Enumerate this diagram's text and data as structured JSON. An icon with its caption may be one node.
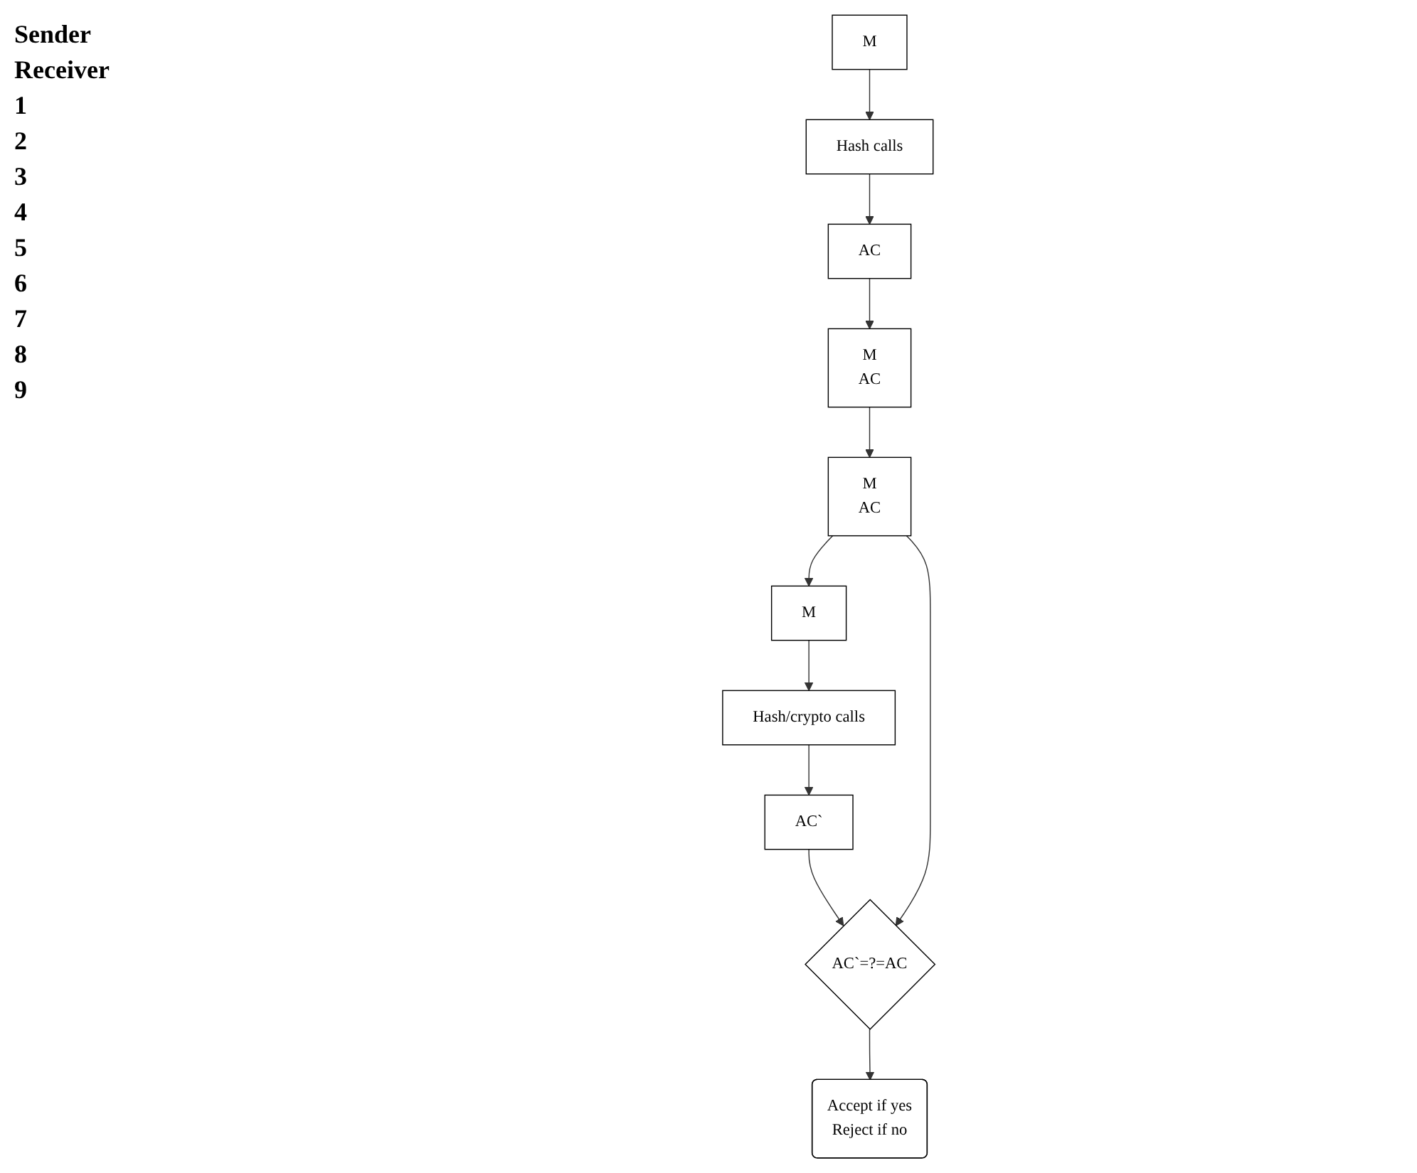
{
  "diagram": {
    "nodes": [
      {
        "text": [
          "M"
        ]
      },
      {
        "text": [
          "Hash calls"
        ]
      },
      {
        "text": [
          "AC"
        ]
      },
      {
        "text": [
          "M",
          "AC"
        ]
      },
      {
        "text": [
          "M",
          "AC"
        ]
      },
      {
        "text": [
          "M"
        ]
      },
      {
        "text": [
          "Hash/crypto calls"
        ]
      },
      {
        "text": [
          "AC`"
        ]
      },
      {
        "text": [
          "AC`=?=AC"
        ]
      },
      {
        "text": [
          "Accept if yes",
          "Reject if no"
        ]
      }
    ],
    "edges": [
      {
        "from": 0,
        "to": 1,
        "arrow": "to"
      },
      {
        "from": 1,
        "to": 2,
        "arrow": "to"
      },
      {
        "from": 2,
        "to": 3,
        "arrow": "to"
      },
      {
        "from": 3,
        "to": 4,
        "arrow": "to"
      },
      {
        "from": 4,
        "to": 5,
        "arrow": "to"
      },
      {
        "from": 5,
        "to": 6,
        "arrow": "to"
      },
      {
        "from": 6,
        "to": 7,
        "arrow": "to"
      },
      {
        "from": 7,
        "to": 8,
        "arrow": "to"
      },
      {
        "from": 4,
        "to": 8,
        "arrow": "to"
      },
      {
        "from": 8,
        "to": 9,
        "arrow": "to"
      }
    ],
    "labels": [
      "Sender",
      "Receiver",
      "1",
      "2",
      "3",
      "4",
      "5",
      "6",
      "7",
      "8",
      "9"
    ]
  }
}
